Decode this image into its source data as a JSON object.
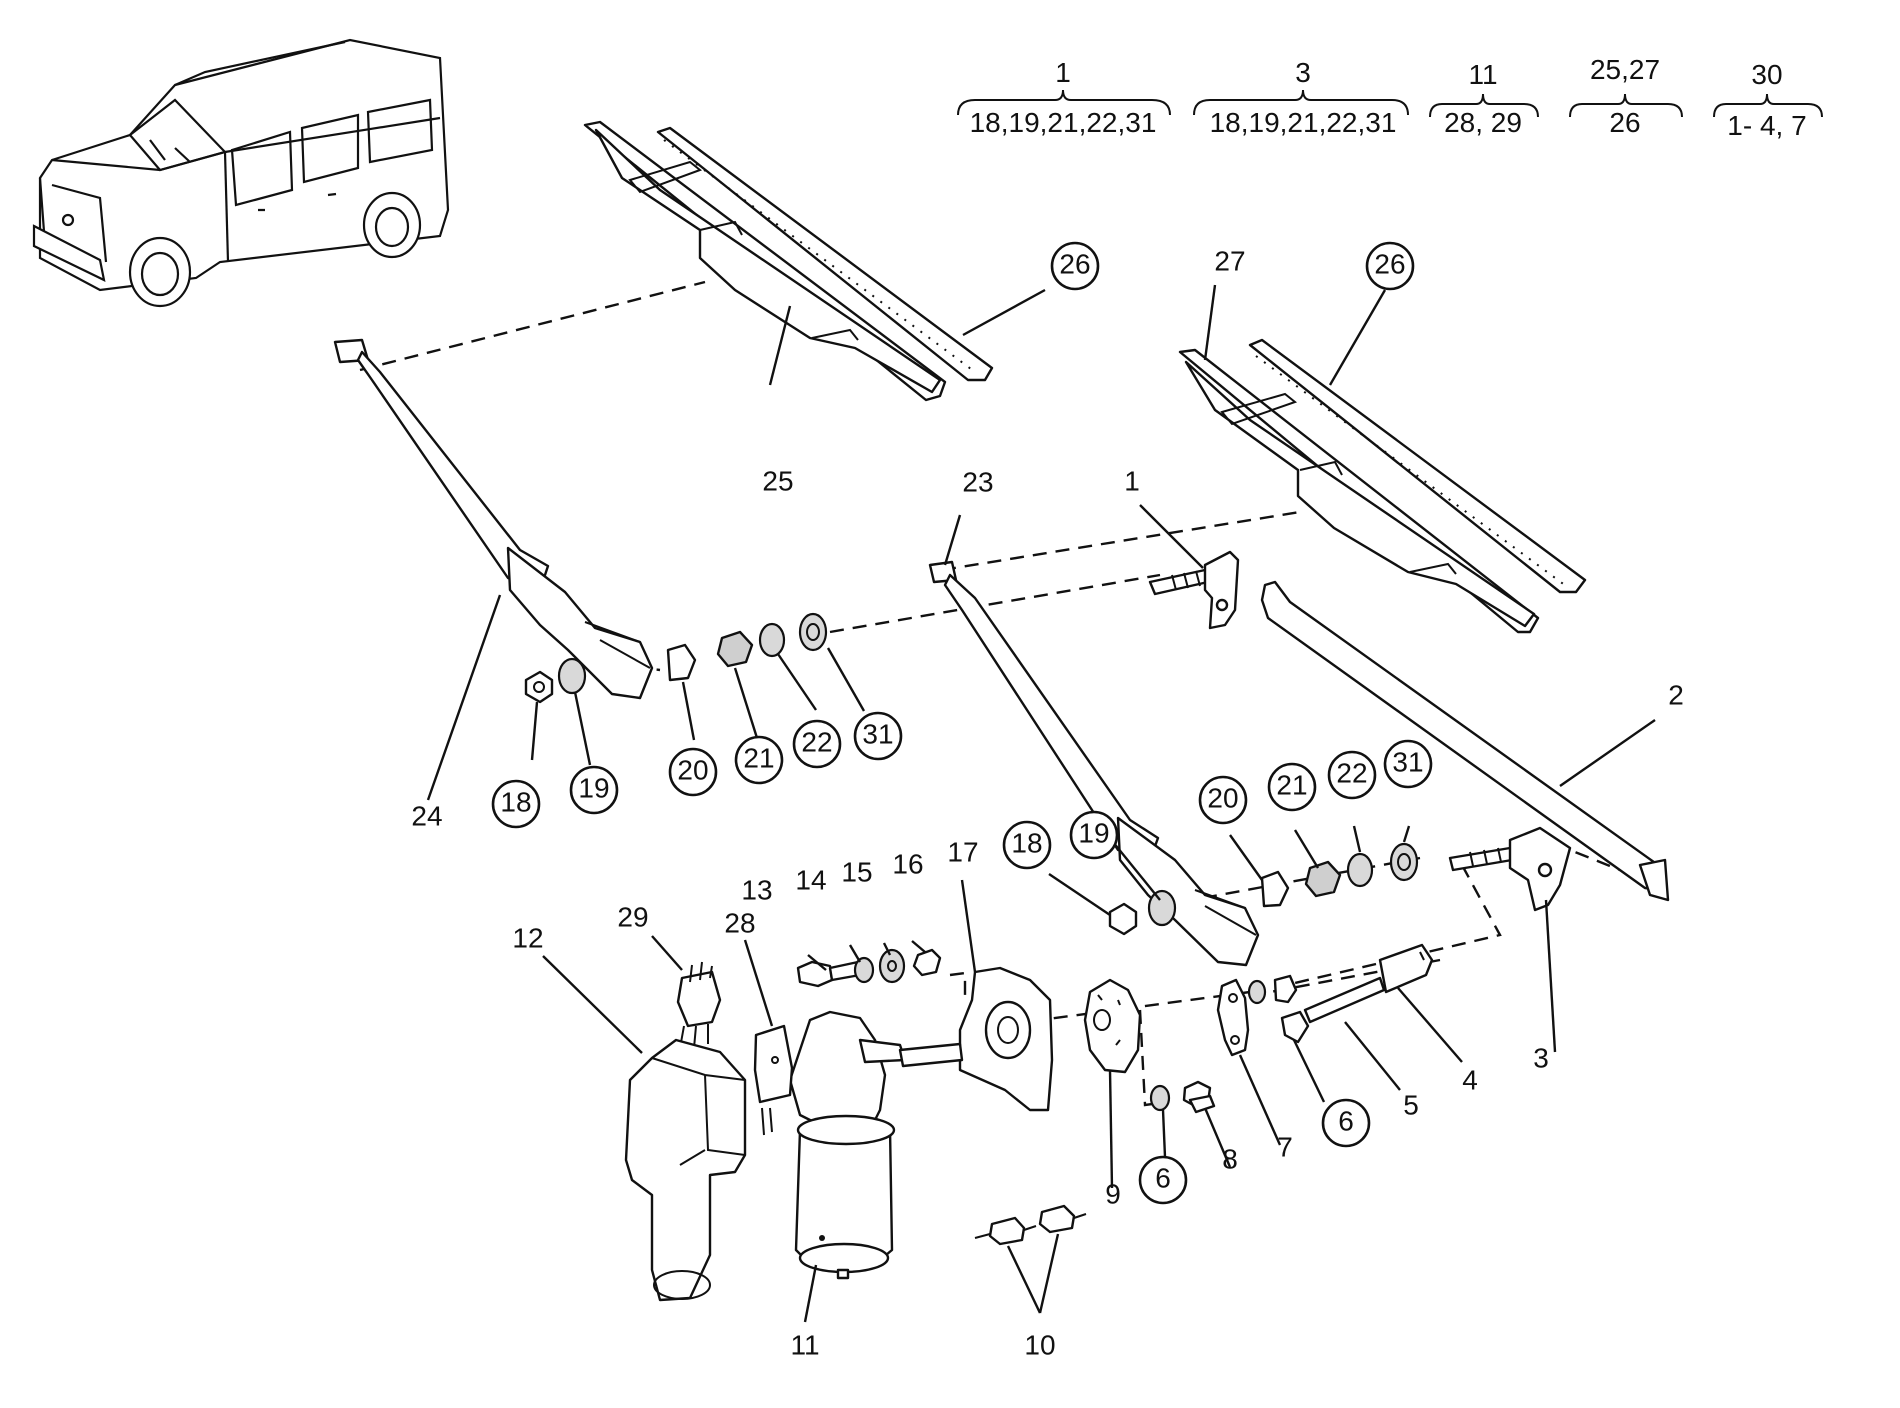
{
  "headers": [
    {
      "top": "1",
      "bottom": "18,19,21,22,31"
    },
    {
      "top": "3",
      "bottom": "18,19,21,22,31"
    },
    {
      "top": "11",
      "bottom": "28, 29"
    },
    {
      "top": "25,27",
      "bottom": "26"
    },
    {
      "top": "30",
      "bottom": "1- 4, 7"
    }
  ],
  "callouts": {
    "l1": "1",
    "l2": "2",
    "l3": "3",
    "l4": "4",
    "l5": "5",
    "l6a": "6",
    "l6b": "6",
    "l7": "7",
    "l8": "8",
    "l9a": "9",
    "l9b": "9",
    "l10": "10",
    "l11": "11",
    "l12": "12",
    "l13": "13",
    "l14": "14",
    "l15": "15",
    "l16": "16",
    "l17": "17",
    "l18a": "18",
    "l18b": "18",
    "l19a": "19",
    "l19b": "19",
    "l20a": "20",
    "l20b": "20",
    "l21a": "21",
    "l21b": "21",
    "l22a": "22",
    "l22b": "22",
    "l23": "23",
    "l24": "24",
    "l25": "25",
    "l26a": "26",
    "l26b": "26",
    "l27": "27",
    "l28": "28",
    "l29": "29",
    "l31a": "31",
    "l31b": "31"
  }
}
